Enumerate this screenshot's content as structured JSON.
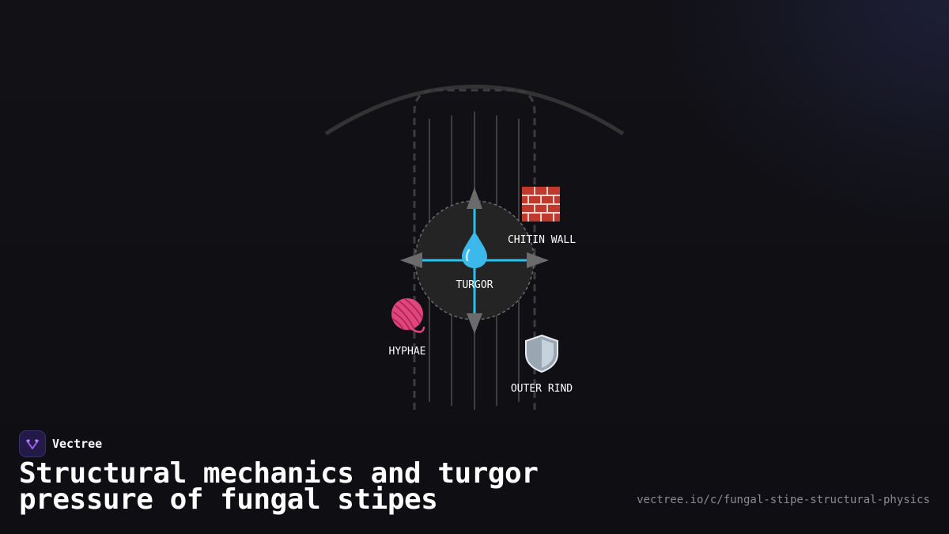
{
  "diagram": {
    "center_label": "TURGOR",
    "nodes": [
      {
        "id": "chitin-wall",
        "label": "CHITIN WALL",
        "icon": "brick-wall-icon"
      },
      {
        "id": "hyphae",
        "label": "HYPHAE",
        "icon": "yarn-ball-icon"
      },
      {
        "id": "outer-rind",
        "label": "OUTER RIND",
        "icon": "shield-icon"
      }
    ],
    "center_icon": "water-droplet-icon",
    "colors": {
      "pressure_axis": "#29c2f0",
      "arrow": "#6b6b6b",
      "outline": "#3a3a3a",
      "circle_fill": "#242424"
    }
  },
  "brand": {
    "name": "Vectree"
  },
  "title": "Structural mechanics and turgor pressure of fungal stipes",
  "url": "vectree.io/c/fungal-stipe-structural-physics"
}
